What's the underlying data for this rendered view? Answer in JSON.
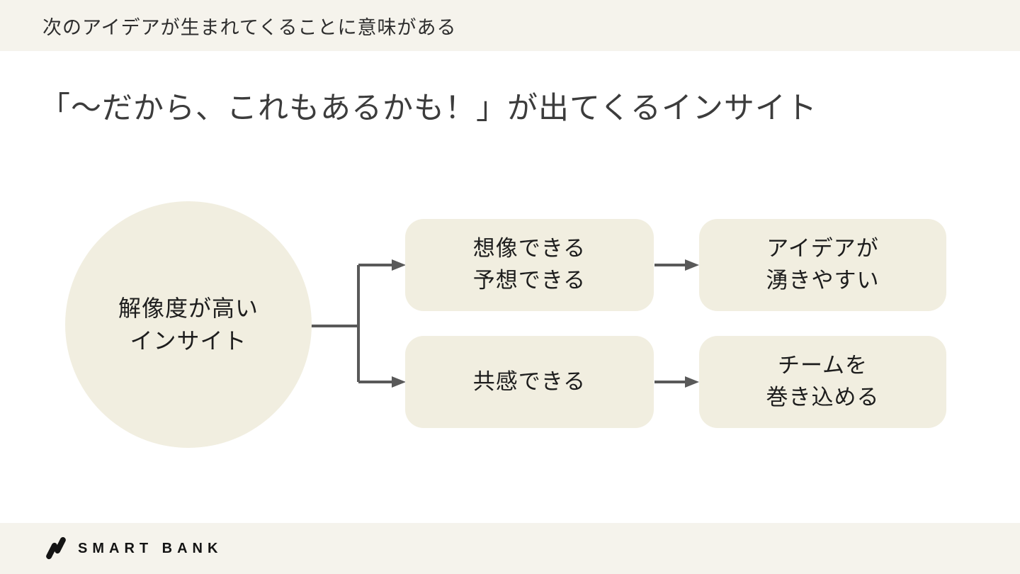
{
  "header": {
    "title": "次のアイデアが生まれてくることに意味がある"
  },
  "main": {
    "title": "「〜だから、これもあるかも！」が出てくるインサイト"
  },
  "diagram": {
    "circle": {
      "line1": "解像度が高い",
      "line2": "インサイト"
    },
    "boxes": {
      "imagine": {
        "line1": "想像できる",
        "line2": "予想できる"
      },
      "empathy": {
        "line1": "共感できる",
        "line2": ""
      },
      "ideas": {
        "line1": "アイデアが",
        "line2": "湧きやすい"
      },
      "team": {
        "line1": "チームを",
        "line2": "巻き込める"
      }
    },
    "flow": [
      {
        "from": "insight-circle",
        "to": [
          "imagine",
          "empathy"
        ]
      },
      {
        "from": "imagine",
        "to": [
          "ideas"
        ]
      },
      {
        "from": "empathy",
        "to": [
          "team"
        ]
      }
    ]
  },
  "footer": {
    "logo_text": "SMART BANK"
  },
  "colors": {
    "band_background": "#f5f3ec",
    "shape_background": "#f1eee0",
    "arrow": "#595959",
    "text": "#262626"
  }
}
